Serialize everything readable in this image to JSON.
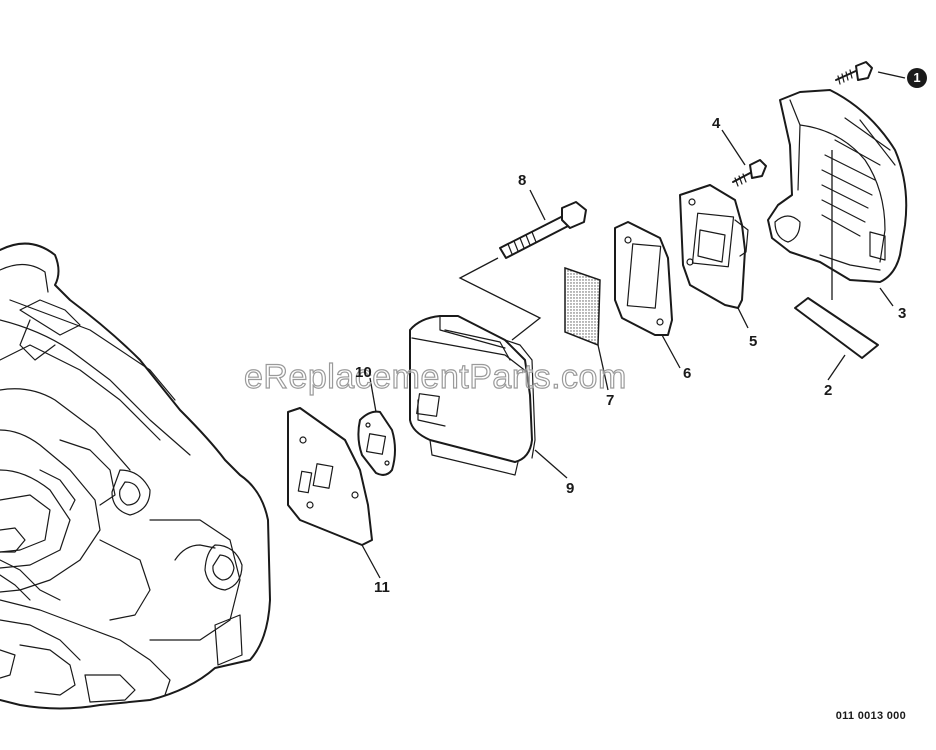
{
  "watermark": "eReplacementParts.com",
  "diagram_code": "011 0013 000",
  "callouts": {
    "c1": "1",
    "c2": "2",
    "c3": "3",
    "c4": "4",
    "c5": "5",
    "c6": "6",
    "c7": "7",
    "c8": "8",
    "c9": "9",
    "c10": "10",
    "c11": "11"
  }
}
